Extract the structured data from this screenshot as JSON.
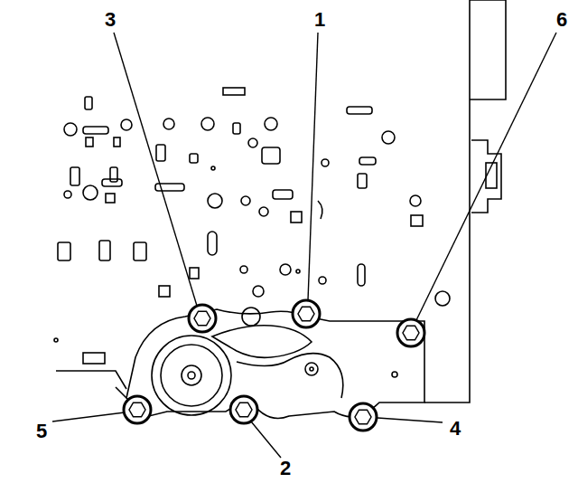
{
  "diagram": {
    "labels": [
      "3",
      "1",
      "6",
      "5",
      "2",
      "4"
    ]
  }
}
